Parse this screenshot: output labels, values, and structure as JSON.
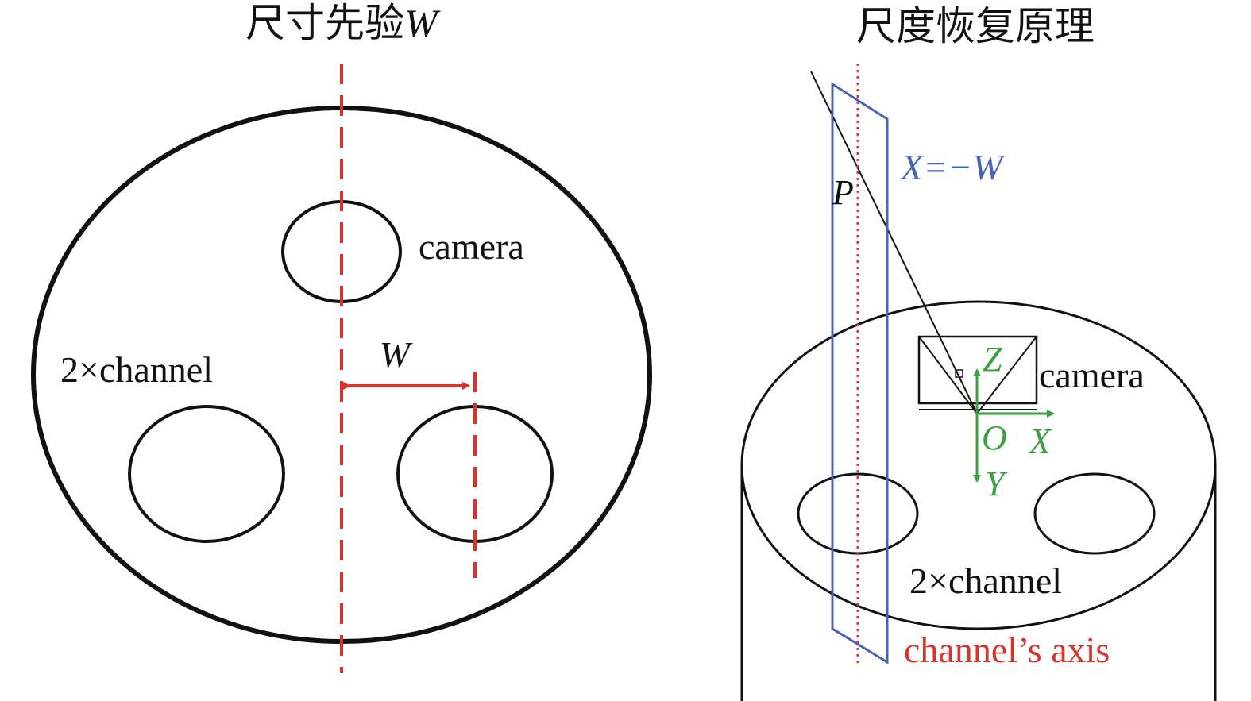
{
  "left_panel": {
    "title_text": "尺寸先验",
    "title_var": "W",
    "label_camera": "camera",
    "label_channels": "2×channel",
    "label_w": "W"
  },
  "right_panel": {
    "title": "尺度恢复原理",
    "plane_label": "X=−W",
    "point_label": "P",
    "label_camera": "camera",
    "label_channels": "2×channel",
    "axis_caption": "channel’s axis",
    "axis_x": "X",
    "axis_y": "Y",
    "axis_z": "Z",
    "origin": "O"
  },
  "colors": {
    "outline": "#111111",
    "axis_red": "#d9342b",
    "plane_blue": "#4a63b8",
    "frame_green": "#3aa040"
  }
}
